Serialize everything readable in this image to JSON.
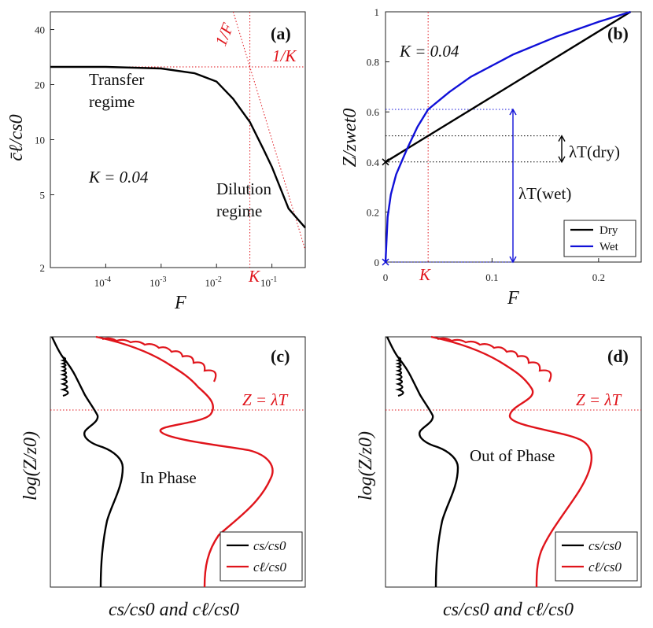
{
  "chart_data": [
    {
      "panel": "(a)",
      "type": "line",
      "xscale": "log",
      "yscale": "log",
      "xlim": [
        1e-05,
        0.4
      ],
      "ylim": [
        2,
        50
      ],
      "xticks": [
        0.0001,
        0.001,
        0.01,
        0.1
      ],
      "xtick_labels": [
        "10-4",
        "10-3",
        "10-2",
        "10-1"
      ],
      "yticks": [
        2,
        5,
        10,
        20,
        40
      ],
      "ytick_labels": [
        "2",
        "5",
        "10",
        "20",
        "40"
      ],
      "xlabel": "F",
      "ylabel": "c̄ℓ/cs0",
      "K": 0.04,
      "K_label": "K",
      "series": [
        {
          "x": [
            1e-05,
            0.0001,
            0.001,
            0.004,
            0.01,
            0.02,
            0.04,
            0.07,
            0.1,
            0.2,
            0.4
          ],
          "y": [
            25,
            25,
            24.5,
            23.1,
            20.8,
            16.7,
            12.5,
            8.9,
            7.1,
            4.2,
            3.3
          ]
        }
      ],
      "reference_lines": [
        {
          "label": "1/F",
          "type": "1/F"
        },
        {
          "label": "1/K",
          "type": "1/K"
        }
      ],
      "annotations": {
        "transfer_1": "Transfer",
        "transfer_2": "regime",
        "k_value": "K = 0.04",
        "dilution_1": "Dilution",
        "dilution_2": "regime"
      }
    },
    {
      "panel": "(b)",
      "type": "line",
      "xlim": [
        0,
        0.24
      ],
      "ylim": [
        0,
        1
      ],
      "xticks": [
        0,
        0.1,
        0.2
      ],
      "xtick_labels": [
        "0",
        "0.1",
        "0.2"
      ],
      "yticks": [
        0,
        0.2,
        0.4,
        0.6,
        0.8,
        1
      ],
      "ytick_labels": [
        "0",
        "0.2",
        "0.4",
        "0.6",
        "0.8",
        "1"
      ],
      "xlabel": "F",
      "ylabel": "Z/zwet0",
      "K": 0.04,
      "K_label": "K",
      "k_value": "K = 0.04",
      "series": [
        {
          "name": "Dry",
          "color": "#000000",
          "x": [
            0,
            0.23
          ],
          "y": [
            0.4,
            1.0
          ]
        },
        {
          "name": "Wet",
          "color": "#1010d8",
          "x": [
            0,
            0.002,
            0.005,
            0.01,
            0.02,
            0.03,
            0.04,
            0.06,
            0.08,
            0.12,
            0.16,
            0.2,
            0.23
          ],
          "y": [
            0,
            0.18,
            0.27,
            0.35,
            0.45,
            0.54,
            0.61,
            0.68,
            0.74,
            0.83,
            0.9,
            0.96,
            1.0
          ]
        }
      ],
      "lambda_dry_label": "λT(dry)",
      "lambda_wet_label": "λT(wet)",
      "legend_position": "bottom-right"
    },
    {
      "panel": "(c)",
      "type": "line",
      "xlabel": "cs/cs0 and cℓ/cs0",
      "ylabel": "log(Z/z0)",
      "threshold_label": "Z = λT",
      "title_inside": "In Phase",
      "legend": [
        "cs/cs0",
        "cℓ/cs0"
      ],
      "legend_position": "bottom-right"
    },
    {
      "panel": "(d)",
      "type": "line",
      "xlabel": "cs/cs0 and cℓ/cs0",
      "ylabel": "log(Z/z0)",
      "threshold_label": "Z = λT",
      "title_inside": "Out of Phase",
      "legend": [
        "cs/cs0",
        "cℓ/cs0"
      ],
      "legend_position": "bottom-right"
    }
  ],
  "colors": {
    "red": "#e0141b",
    "blue": "#1010d8",
    "black": "#000000"
  }
}
